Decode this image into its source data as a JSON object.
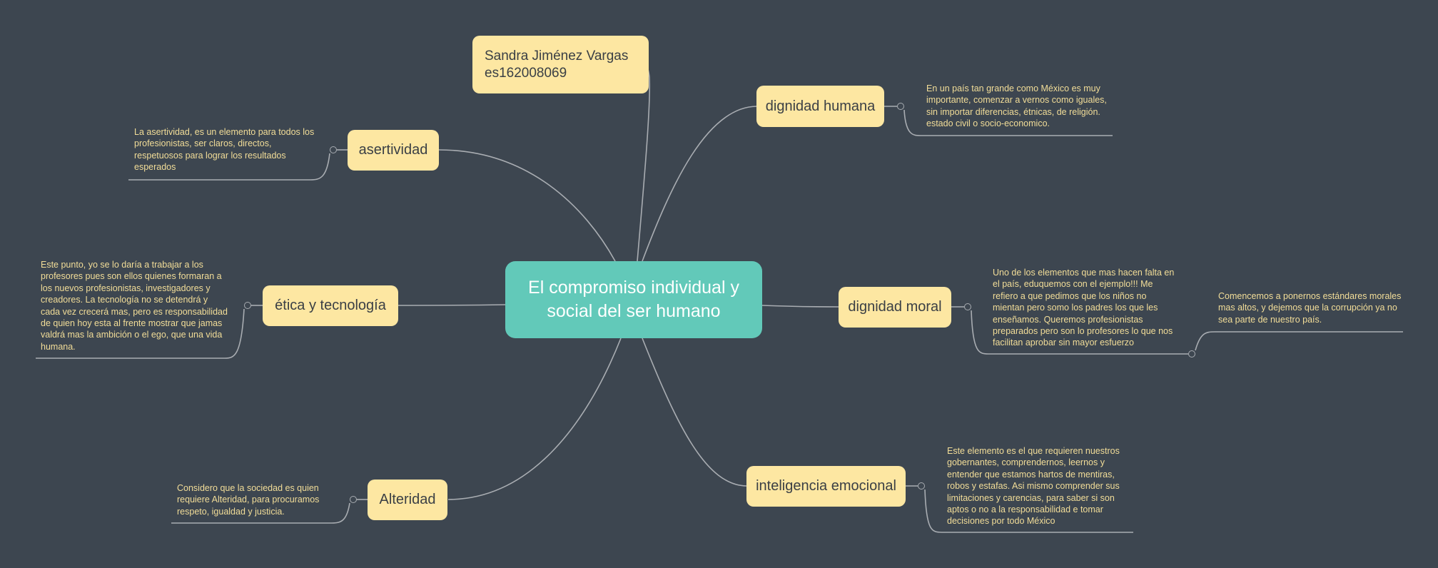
{
  "colors": {
    "background": "#3d4650",
    "central_fill": "#62c9b9",
    "topic_fill": "#fde7a2",
    "note_text": "#f2dd98",
    "connector": "#a9adb2"
  },
  "central": {
    "title": "El compromiso individual y social del ser humano"
  },
  "author": {
    "line1": "Sandra Jiménez Vargas",
    "line2": "es162008069"
  },
  "topics": {
    "dignidad_humana": {
      "label": "dignidad humana",
      "note": "En un país tan grande como México es muy importante, comenzar a vernos como iguales, sin importar diferencias, étnicas, de religión. estado civil o socio-economico."
    },
    "dignidad_moral": {
      "label": "dignidad moral",
      "note": "Uno de los elementos que mas hacen falta en el país, eduquemos con el ejemplo!!! Me refiero a que pedimos que los niños no mientan pero somo los padres los que les enseñamos. Queremos profesionistas preparados pero son lo profesores lo que nos facilitan aprobar sin mayor esfuerzo",
      "subnote": "Comencemos a ponernos estándares morales mas altos, y dejemos que la corrupción ya no sea parte de nuestro país."
    },
    "inteligencia_emocional": {
      "label": "inteligencia emocional",
      "note": "Este elemento es el que requieren nuestros gobernantes, comprendernos, leernos y entender que estamos hartos de mentiras, robos y estafas. Asi mismo comprender sus limitaciones y carencias, para saber si son aptos o no a la responsabilidad e tomar decisiones por todo México"
    },
    "asertividad": {
      "label": "asertividad",
      "note": "La asertividad, es un elemento para todos los profesionistas, ser claros, directos, respetuosos para lograr los resultados esperados"
    },
    "etica": {
      "label": "ética  y tecnología",
      "note": "Este punto, yo se lo daría a trabajar a los profesores pues son ellos quienes formaran a los nuevos profesionistas, investigadores y creadores. La tecnología no se detendrá y cada vez crecerá mas, pero es responsabilidad de quien hoy esta al frente mostrar que jamas valdrá mas la ambición o el ego, que una vida humana."
    },
    "alteridad": {
      "label": "Alteridad",
      "note": "Considero que la sociedad es quien requiere Alteridad, para procuramos respeto, igualdad y justicia."
    }
  }
}
